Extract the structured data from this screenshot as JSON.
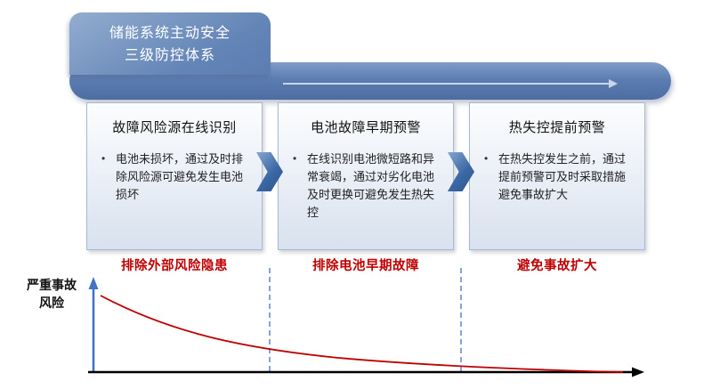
{
  "banner": {
    "title_line1": "储能系统主动安全",
    "title_line2": "三级防控体系"
  },
  "bullet_char": "•",
  "boxes": [
    {
      "title": "故障风险源在线识别",
      "bullet": "电池未损坏，通过及时排除风险源可避免发生电池损坏",
      "footer": "排除外部风险隐患"
    },
    {
      "title": "电池故障早期预警",
      "bullet": "在线识别电池微短路和异常衰竭，通过对劣化电池及时更换可避免发生热失控",
      "footer": "排除电池早期故障"
    },
    {
      "title": "热失控提前预警",
      "bullet": "在热失控发生之前，通过提前预警可及时采取措施避免事故扩大",
      "footer": "避免事故扩大"
    }
  ],
  "chart": {
    "y_axis_label_line1": "严重事故",
    "y_axis_label_line2": "风险"
  },
  "colors": {
    "banner_blue": "#5c7db1",
    "box_fill": "#e9eef6",
    "chevron_blue": "#3c68a5",
    "accent_red": "#c00000",
    "axis_blue": "#4472c4",
    "x_axis_black": "#000000"
  },
  "chart_data": {
    "type": "line",
    "title": "",
    "xlabel": "",
    "ylabel": "严重事故风险",
    "x": [
      0,
      1,
      2,
      3,
      4,
      5,
      6,
      7,
      8,
      9,
      10
    ],
    "series": [
      {
        "name": "严重事故风险",
        "values": [
          100,
          70,
          50,
          36,
          27,
          20,
          15,
          11,
          9,
          7,
          6
        ]
      }
    ],
    "grid": false,
    "legend": "none",
    "stage_dividers_x": [
      3.4,
      7.0
    ],
    "stage_labels": [
      "排除外部风险隐患",
      "排除电池早期故障",
      "避免事故扩大"
    ]
  }
}
